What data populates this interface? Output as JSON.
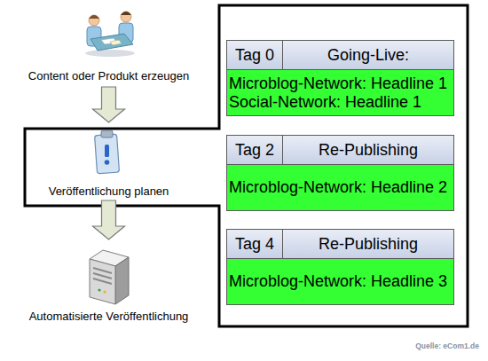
{
  "diagram": {
    "nodes": [
      {
        "text": [
          "Content oder Produkt erzeugen"
        ]
      },
      {
        "text": [
          "Veröffentlichung planen"
        ]
      },
      {
        "text": [
          "Automatisierte Veröffentlichung"
        ]
      },
      {
        "text": [
          "Tag 0",
          "Going-Live:",
          "Microblog-Network: Headline 1",
          "Social-Network: Headline 1"
        ]
      },
      {
        "text": [
          "Tag 2",
          "Re-Publishing",
          "Microblog-Network: Headline 2"
        ]
      },
      {
        "text": [
          "Tag 4",
          "Re-Publishing",
          "Microblog-Network: Headline 3"
        ]
      }
    ],
    "edges": [
      {
        "from": 0,
        "to": 1,
        "arrow": "to"
      },
      {
        "from": 1,
        "to": 2,
        "arrow": "to"
      }
    ],
    "labels": [
      "Quelle: eCom1.de"
    ]
  }
}
